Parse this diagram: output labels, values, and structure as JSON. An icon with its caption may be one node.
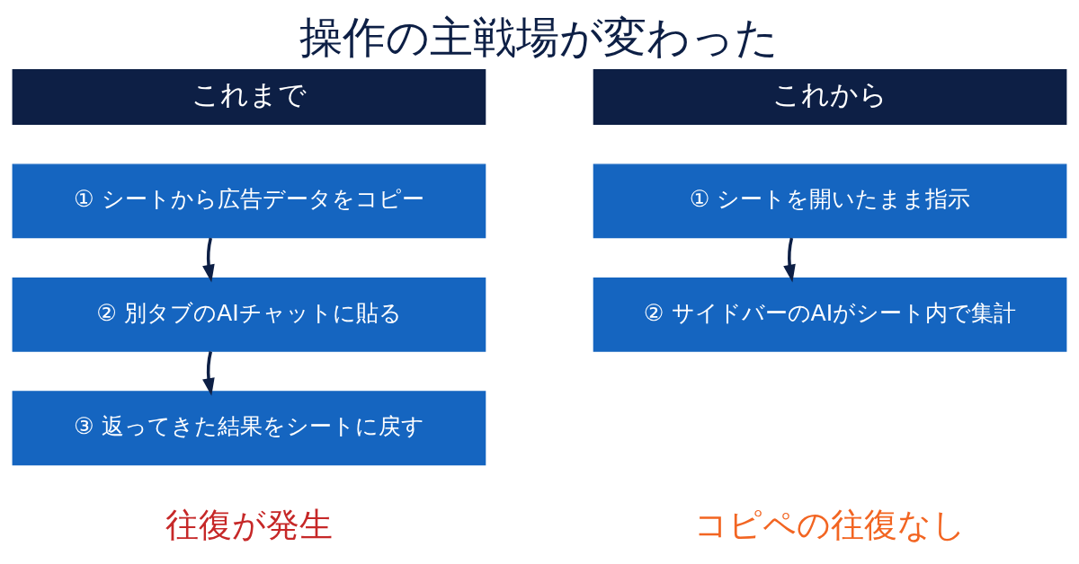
{
  "diagram": {
    "title": "操作の主戦場が変わった",
    "nodes": [
      {
        "text": [
          "これまで"
        ]
      },
      {
        "text": [
          "① シートから広告データをコピー"
        ]
      },
      {
        "text": [
          "② 別タブのAIチャットに貼る"
        ]
      },
      {
        "text": [
          "③ 返ってきた結果をシートに戻す"
        ]
      },
      {
        "text": [
          "これから"
        ]
      },
      {
        "text": [
          "① シートを開いたまま指示"
        ]
      },
      {
        "text": [
          "② サイドバーのAIがシート内で集計"
        ]
      }
    ],
    "edges": [
      {
        "from": 1,
        "to": 2,
        "arrow": "to"
      },
      {
        "from": 2,
        "to": 3,
        "arrow": "to"
      },
      {
        "from": 5,
        "to": 6,
        "arrow": "to"
      }
    ],
    "labels": [
      "往復が発生",
      "コピペの往復なし"
    ]
  }
}
